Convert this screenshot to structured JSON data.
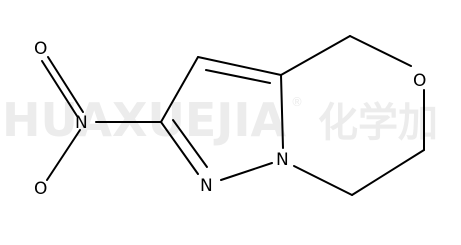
{
  "watermark": {
    "latin": "HUAXUEJIA",
    "registered": "®",
    "cjk": "化学加"
  },
  "molecule": {
    "atoms": {
      "o_top": "O",
      "n_nitro": "N",
      "o_bottom": "O",
      "n1": "N",
      "n2": "N",
      "o_ring": "O"
    }
  },
  "colors": {
    "bond": "#000000",
    "atom_label": "#000000",
    "watermark": "#ececec",
    "background": "#ffffff"
  }
}
